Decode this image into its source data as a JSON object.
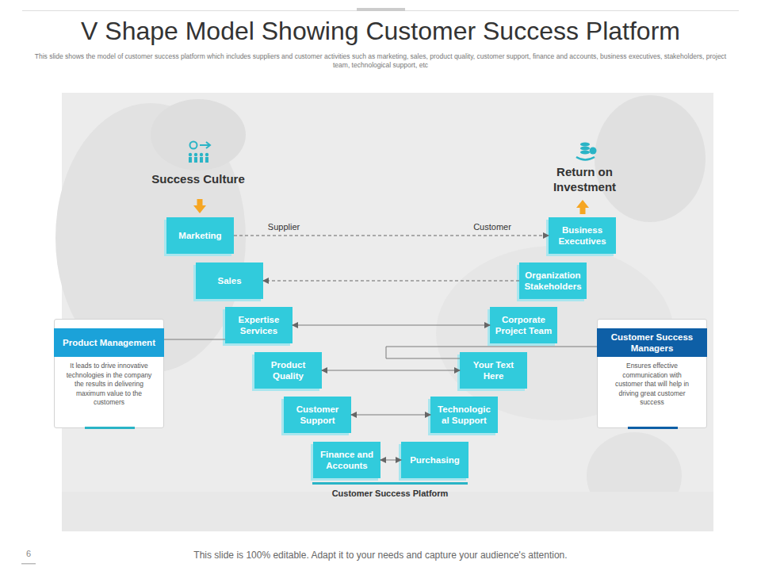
{
  "diagram": {
    "title": "V Shape Model Showing Customer Success Platform",
    "nodes": [
      {
        "text": [
          "Marketing"
        ]
      },
      {
        "text": [
          "Business Executives"
        ]
      },
      {
        "text": [
          "Sales"
        ]
      },
      {
        "text": [
          "Organization Stakeholders"
        ]
      },
      {
        "text": [
          "Product Management",
          "It leads to drive innovative technologies in the company the results in delivering maximum value to the customers"
        ]
      },
      {
        "text": [
          "Expertise Services"
        ]
      },
      {
        "text": [
          "Corporate Project Team"
        ]
      },
      {
        "text": [
          "Customer Success Managers",
          "Ensures effective communication with customer that will help in driving great customer success"
        ]
      },
      {
        "text": [
          "Product Quality"
        ]
      },
      {
        "text": [
          "Your Text Here"
        ]
      },
      {
        "text": [
          "Customer Support"
        ]
      },
      {
        "text": [
          "Technologic al Support"
        ]
      },
      {
        "text": [
          "Finance and Accounts"
        ]
      },
      {
        "text": [
          "Purchasing"
        ]
      }
    ],
    "edges": [
      {
        "from": 0,
        "to": 1,
        "arrow": "to"
      },
      {
        "from": 3,
        "to": 2,
        "arrow": "to"
      },
      {
        "from": 5,
        "to": 6,
        "arrow": "both"
      },
      {
        "from": 8,
        "to": 9,
        "arrow": "both"
      },
      {
        "from": 10,
        "to": 11,
        "arrow": "both"
      },
      {
        "from": 12,
        "to": 13,
        "arrow": "both"
      },
      {
        "from": 4,
        "to": 5,
        "arrow": "none"
      },
      {
        "from": 7,
        "to": 9,
        "arrow": "none"
      }
    ],
    "labels": [
      "This slide shows the model of customer success platform which includes suppliers and customer activities such as marketing, sales, product quality, customer support, finance and accounts, business executives, stakeholders, project team, technological support, etc",
      "Success Culture",
      "Return on Investment",
      "Supplier",
      "Customer",
      "Customer Success Platform",
      "6",
      "This slide is 100% editable. Adapt it to your needs and capture your audience's attention."
    ]
  }
}
